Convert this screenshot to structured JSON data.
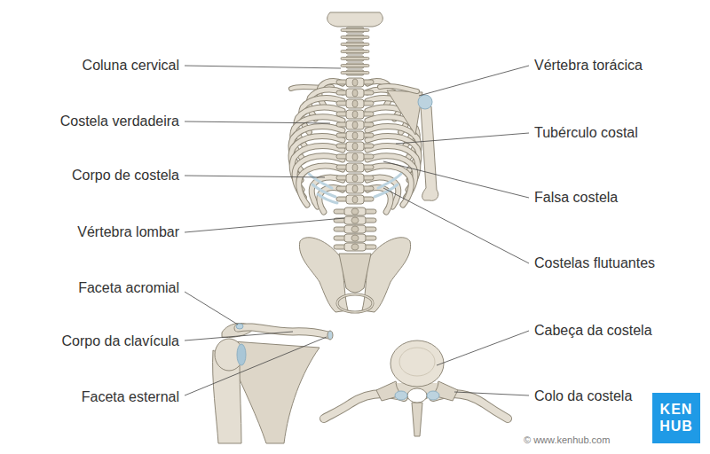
{
  "diagram": {
    "nodes": [
      {
        "text": [
          "KEN HUB"
        ]
      }
    ],
    "labels": [
      "Coluna cervical",
      "Vértebra torácica",
      "Costela verdadeira",
      "Tubérculo costal",
      "Corpo de costela",
      "Falsa costela",
      "Vértebra lombar",
      "Costelas flutuantes",
      "Faceta acromial",
      "Cabeça da costela",
      "Corpo da clavícula",
      "Faceta esternal",
      "Colo da costela",
      "© www.kenhub.com"
    ]
  }
}
